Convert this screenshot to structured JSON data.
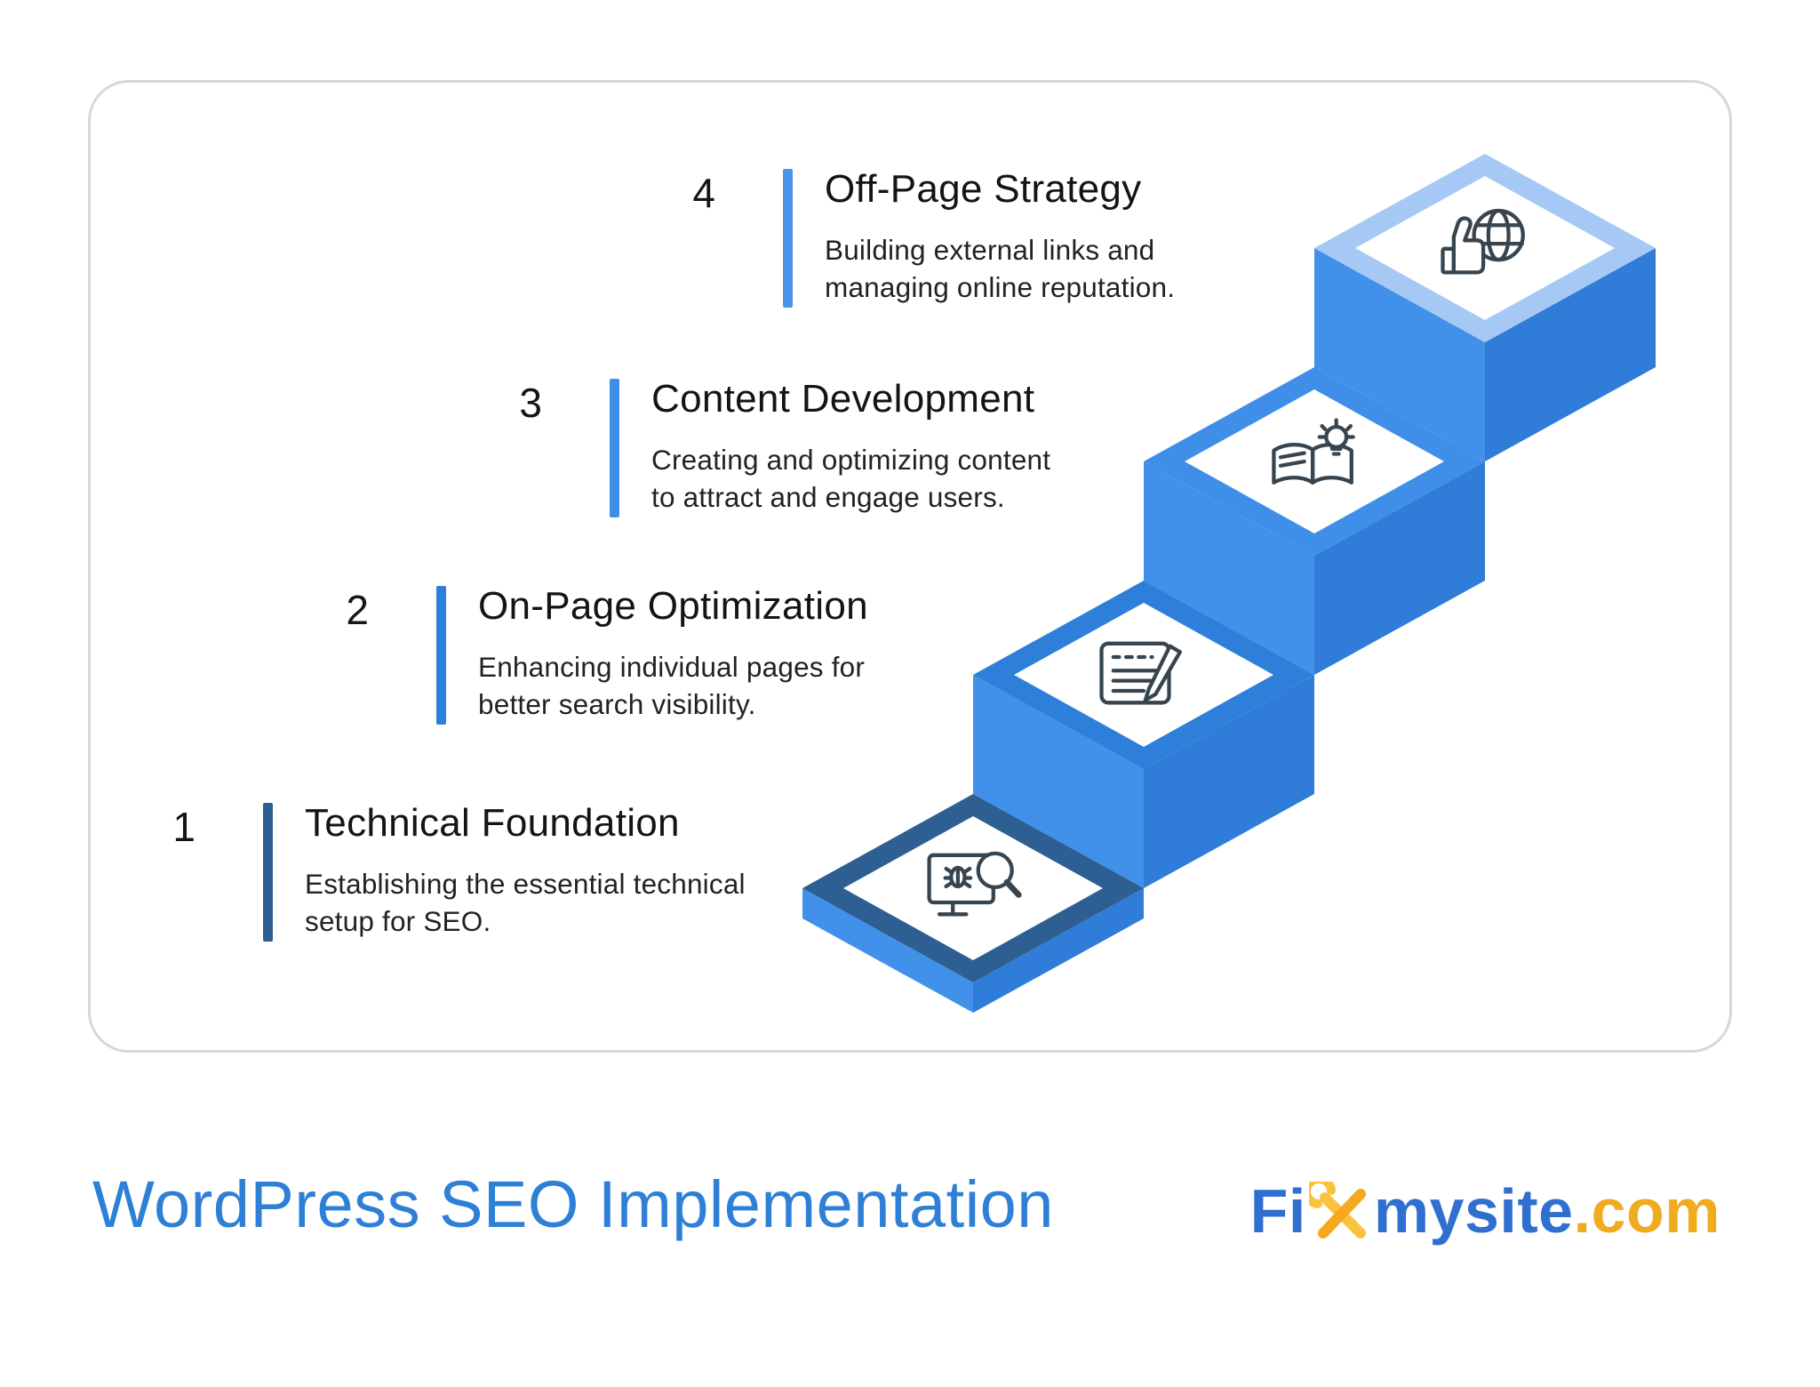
{
  "steps": [
    {
      "number": "1",
      "title": "Technical Foundation",
      "desc_line1": "Establishing the essential technical",
      "desc_line2": "setup for SEO.",
      "bar_color": "#2d5f92"
    },
    {
      "number": "2",
      "title": "On-Page Optimization",
      "desc_line1": "Enhancing individual pages for",
      "desc_line2": "better search visibility.",
      "bar_color": "#2e7fd9"
    },
    {
      "number": "3",
      "title": "Content Development",
      "desc_line1": "Creating and optimizing content",
      "desc_line2": "to attract and engage users.",
      "bar_color": "#3f8fe9"
    },
    {
      "number": "4",
      "title": "Off-Page Strategy",
      "desc_line1": "Building external links and",
      "desc_line2": "managing online reputation.",
      "bar_color": "#4a94ea"
    }
  ],
  "staircase": {
    "platforms": [
      {
        "icon": "bug-search-icon",
        "border_color": "#2d5f92"
      },
      {
        "icon": "document-edit-icon",
        "border_color": "#2e7fd9"
      },
      {
        "icon": "book-idea-icon",
        "border_color": "#3f8fe9"
      },
      {
        "icon": "thumbs-up-globe-icon",
        "border_color": "#a6c8f4"
      }
    ],
    "side_color_left": "#4190ea",
    "side_color_right": "#2f7cd9",
    "icon_stroke_color": "#36454f"
  },
  "footer": {
    "title": "WordPress SEO Implementation",
    "title_color": "#2e7fd6",
    "logo": {
      "fi": "Fi",
      "mysite": "mysite",
      "com": ".com",
      "text_color": "#2f6fcf",
      "com_color": "#f0ab1f",
      "wrench_color": "#f6a81f",
      "wrench_color2": "#fbc33d"
    }
  }
}
